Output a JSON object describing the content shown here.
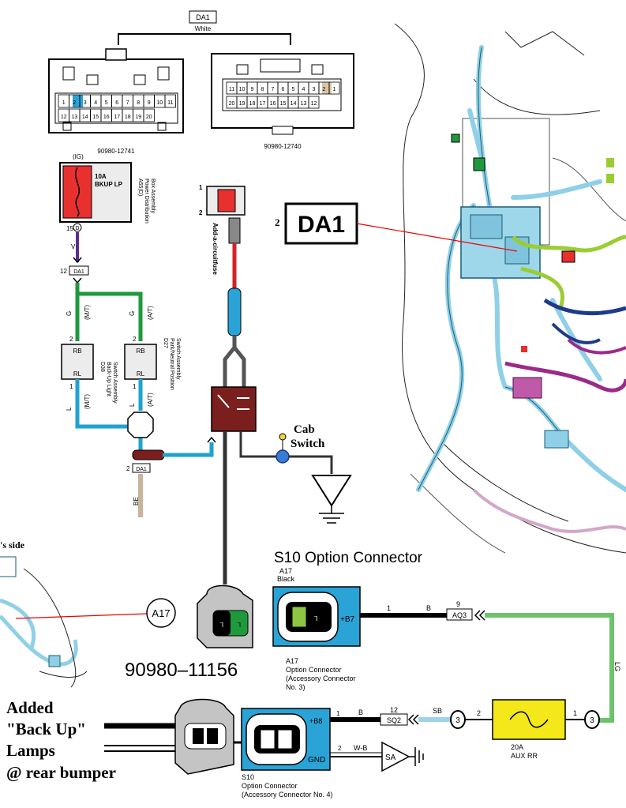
{
  "connector_header": {
    "code": "DA1",
    "color": "White"
  },
  "left_connector": {
    "pins_top": [
      "1",
      "2",
      "3",
      "4",
      "5",
      "6",
      "7",
      "8",
      "9",
      "10",
      "11"
    ],
    "pins_bottom": [
      "12",
      "13",
      "14",
      "15",
      "16",
      "17",
      "18",
      "19",
      "20"
    ],
    "part_number": "90980-12741"
  },
  "right_connector": {
    "pins_top": [
      "11",
      "10",
      "9",
      "8",
      "7",
      "6",
      "5",
      "4",
      "3",
      "2",
      "1"
    ],
    "pins_bottom": [
      "20",
      "19",
      "18",
      "17",
      "16",
      "15",
      "14",
      "13",
      "12"
    ],
    "part_number": "90980-12740"
  },
  "fuse_box": {
    "ig": "(IG)",
    "fuse_amp": "10A",
    "fuse_name": "BKUP LP",
    "code": "A55(D)",
    "name_line1": "Power Distribution",
    "name_line2": "Box Assembly",
    "pin": "15",
    "pin_letter": "D"
  },
  "wires": {
    "v": "V",
    "g": "G",
    "l": "L",
    "be": "BE",
    "mt": "(M/T)",
    "at": "(A/T)",
    "b": "B",
    "sb": "SB",
    "wb": "W-B",
    "lg": "LG"
  },
  "da1_pin12": {
    "pin": "12",
    "code": "DA1"
  },
  "da1_pin2": {
    "pin": "2",
    "code": "DA1"
  },
  "switch_d38": {
    "pin": "2",
    "rb": "RB",
    "rl": "RL",
    "pin_bottom": "1",
    "code": "D38",
    "name_line1": "Back-Up Light",
    "name_line2": "Switch Assembly"
  },
  "switch_d27": {
    "pin": "2",
    "rb": "RB",
    "rl": "RL",
    "pin_bottom": "1",
    "code": "D27",
    "name_line1": "Park/Neutral Position",
    "name_line2": "Switch Assembly"
  },
  "addacircuit": {
    "label": "Add-a-circuitfuse",
    "pin1": "1",
    "pin2": "2"
  },
  "callout_da1": {
    "num": "2",
    "code": "DA1"
  },
  "cab_switch": {
    "line1": "Cab",
    "line2": "Switch"
  },
  "drivers_side": "'s side",
  "a17_callout": "A17",
  "s10_title": "S10  Option Connector",
  "a17_block": {
    "code": "A17",
    "color": "Black",
    "pin": "+B7"
  },
  "a17_caption": {
    "code": "A17",
    "line1": "Option Connector",
    "line2": "(Accessory Connector",
    "line3": "No. 3)"
  },
  "aq3": {
    "pin": "9",
    "code": "AQ3"
  },
  "part_11156": "90980–11156",
  "added_text": {
    "line1": "Added",
    "line2": "\"Back Up\"",
    "line3": "Lamps",
    "line4": "@ rear bumper"
  },
  "s10_block": {
    "b8": "+B8",
    "gnd": "GND",
    "n1": "1",
    "n2": "2"
  },
  "s10_caption": {
    "code": "S10",
    "line1": "Option Connector",
    "line2": "(Accessory Connector No. 4)"
  },
  "sq2": {
    "pin": "12",
    "code": "SQ2"
  },
  "aux_fuse": {
    "amp": "20A",
    "name": "AUX RR",
    "pin_left": "2",
    "pin_right": "1",
    "j3a": "3",
    "j3b": "3"
  },
  "sa": "SA"
}
